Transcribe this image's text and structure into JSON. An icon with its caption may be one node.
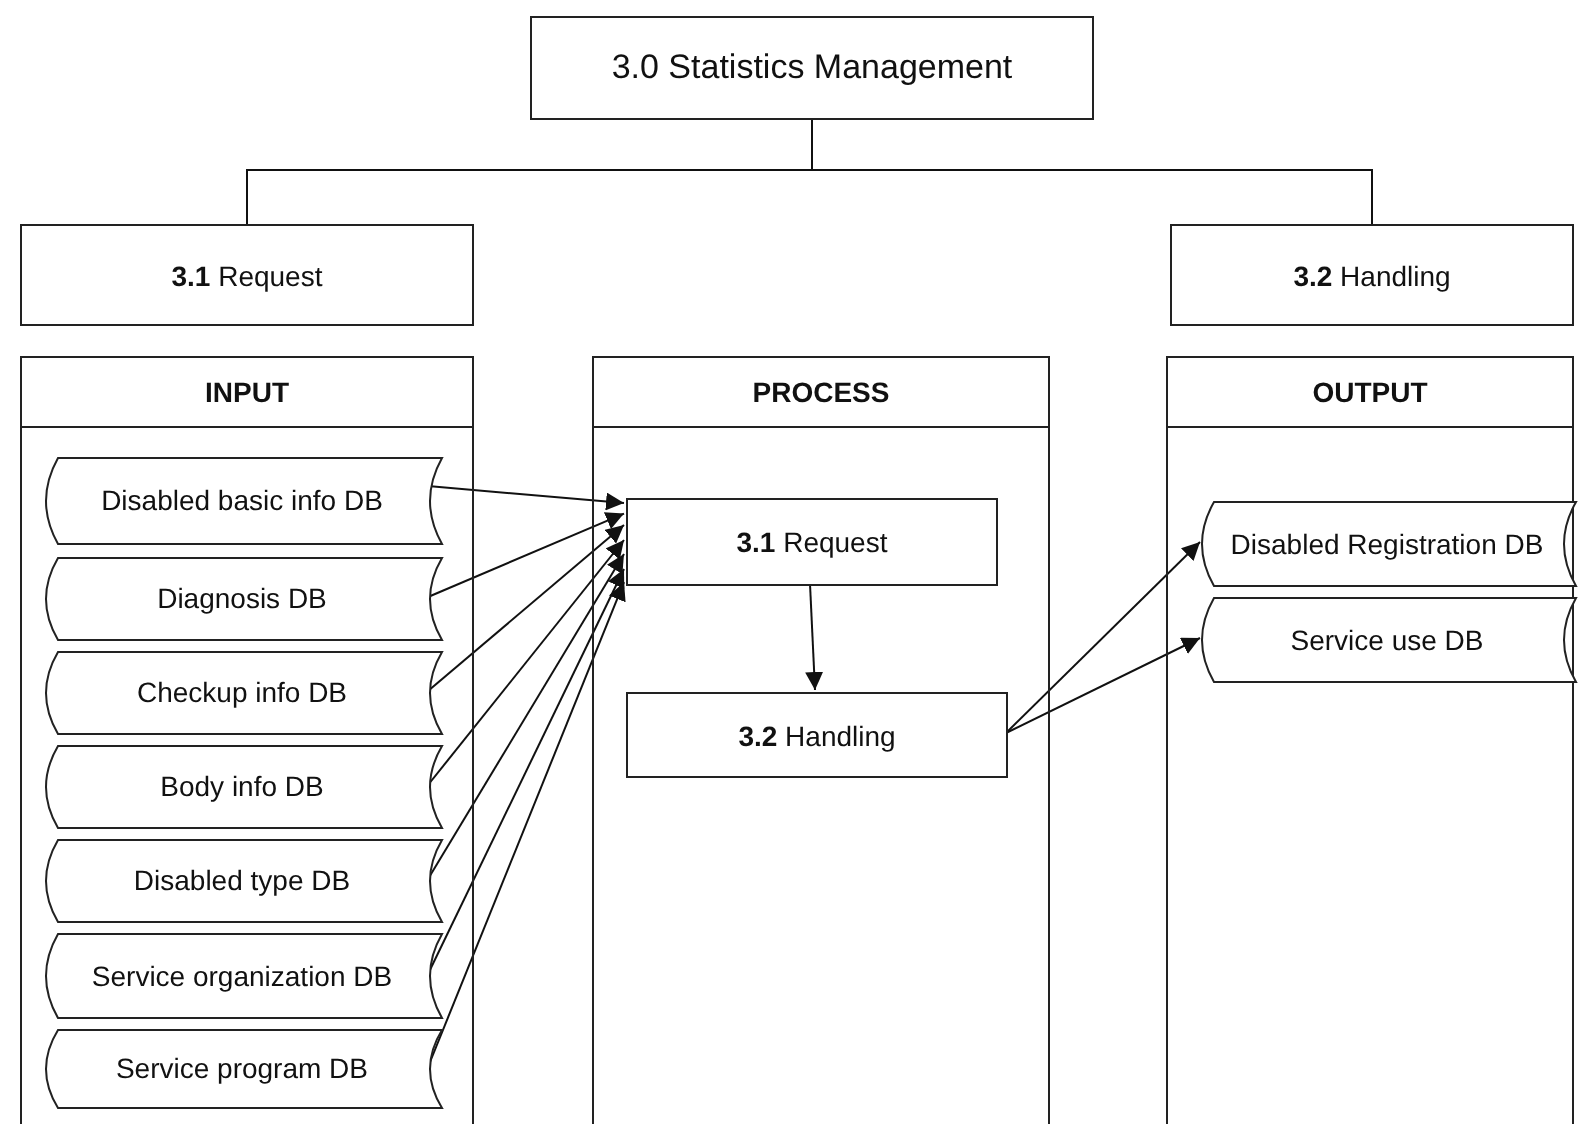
{
  "diagram": {
    "nodes": [
      {
        "text": [
          "3.0 Statistics Management"
        ]
      },
      {
        "text": [
          "**3.1** Request"
        ]
      },
      {
        "text": [
          "**3.2** Handling"
        ]
      },
      {
        "text": [
          "INPUT"
        ]
      },
      {
        "text": [
          "PROCESS"
        ]
      },
      {
        "text": [
          "OUTPUT"
        ]
      },
      {
        "text": [
          "Disabled basic info DB"
        ],
        "in": 3
      },
      {
        "text": [
          "Diagnosis DB"
        ],
        "in": 3
      },
      {
        "text": [
          "Checkup info DB"
        ],
        "in": 3
      },
      {
        "text": [
          "Body info DB"
        ],
        "in": 3
      },
      {
        "text": [
          "Disabled type DB"
        ],
        "in": 3
      },
      {
        "text": [
          "Service organization DB"
        ],
        "in": 3
      },
      {
        "text": [
          "Service program DB"
        ],
        "in": 3
      },
      {
        "text": [
          "**3.1** Request"
        ],
        "in": 4
      },
      {
        "text": [
          "**3.2** Handling"
        ],
        "in": 4
      },
      {
        "text": [
          "Disabled Registration DB"
        ],
        "in": 5
      },
      {
        "text": [
          "Service use DB"
        ],
        "in": 5
      }
    ],
    "edges": [
      {
        "from": 0,
        "to": 1,
        "arrow": "none"
      },
      {
        "from": 0,
        "to": 2,
        "arrow": "none"
      },
      {
        "from": 6,
        "to": 13,
        "arrow": "to"
      },
      {
        "from": 7,
        "to": 13,
        "arrow": "to"
      },
      {
        "from": 8,
        "to": 13,
        "arrow": "to"
      },
      {
        "from": 9,
        "to": 13,
        "arrow": "to"
      },
      {
        "from": 10,
        "to": 13,
        "arrow": "to"
      },
      {
        "from": 11,
        "to": 13,
        "arrow": "to"
      },
      {
        "from": 12,
        "to": 13,
        "arrow": "to"
      },
      {
        "from": 13,
        "to": 14,
        "arrow": "to"
      },
      {
        "from": 14,
        "to": 15,
        "arrow": "to"
      },
      {
        "from": 14,
        "to": 16,
        "arrow": "to"
      }
    ]
  }
}
